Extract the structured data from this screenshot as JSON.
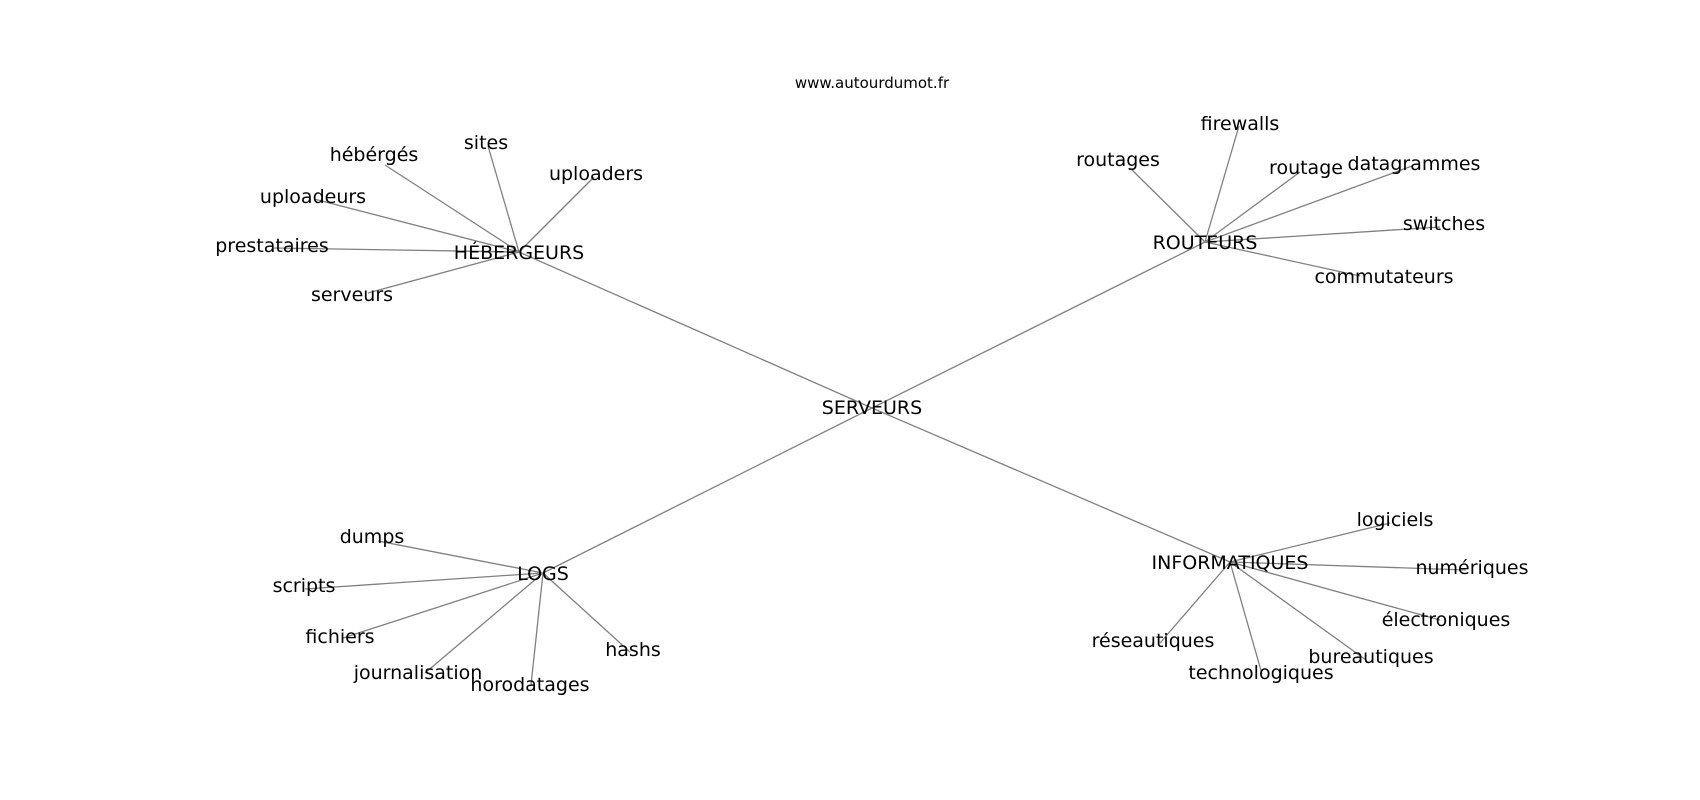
{
  "source": "www.autourdumot.fr",
  "center": "SERVEURS",
  "clusters": [
    {
      "label": "HÉBERGEURS",
      "leaves": [
        "hébérgés",
        "sites",
        "uploaders",
        "uploadeurs",
        "prestataires",
        "serveurs"
      ]
    },
    {
      "label": "ROUTEURS",
      "leaves": [
        "routages",
        "firewalls",
        "routage",
        "datagrammes",
        "switches",
        "commutateurs"
      ]
    },
    {
      "label": "LOGS",
      "leaves": [
        "dumps",
        "scripts",
        "fichiers",
        "journalisation",
        "horodatages",
        "hashs"
      ]
    },
    {
      "label": "INFORMATIQUES",
      "leaves": [
        "logiciels",
        "numériques",
        "électroniques",
        "bureautiques",
        "technologiques",
        "réseautiques"
      ]
    }
  ]
}
